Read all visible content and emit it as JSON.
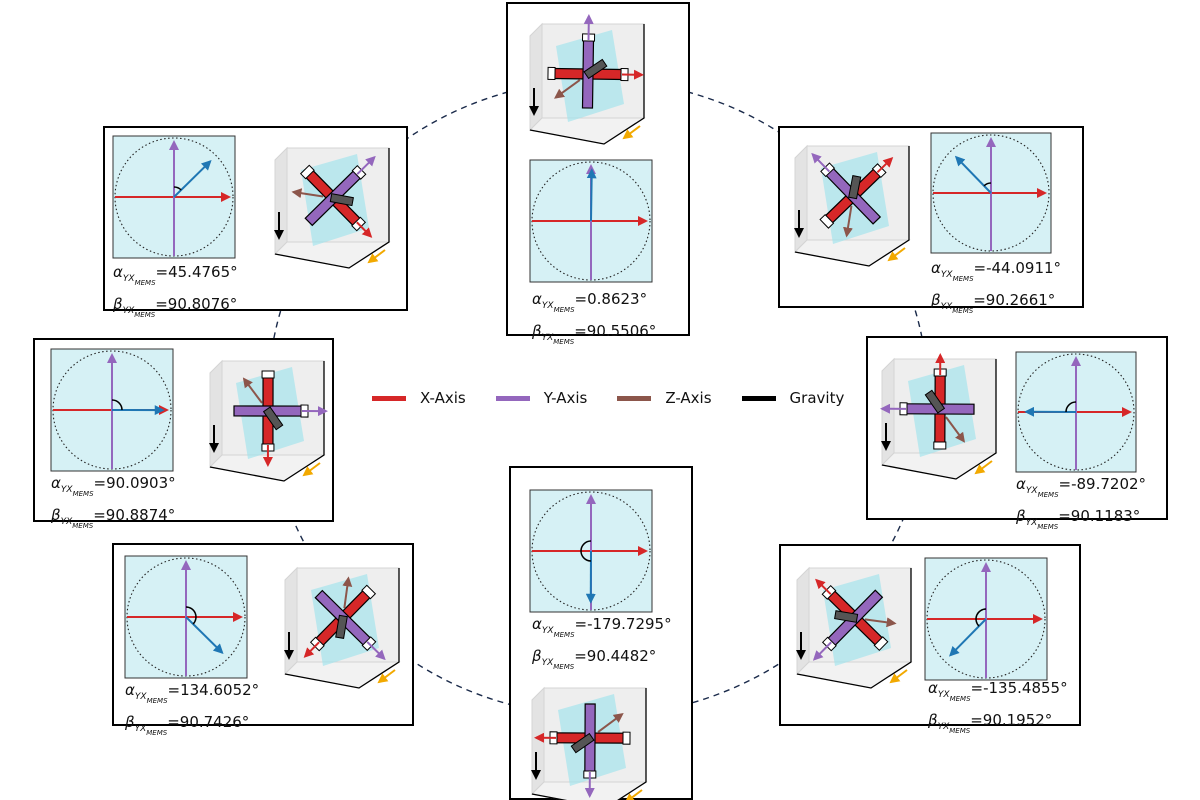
{
  "colors": {
    "x_axis": "#d62728",
    "y_axis": "#9467bd",
    "z_axis": "#8c564b",
    "gravity": "#000000",
    "measured": "#1f77b4",
    "panel_bg": "#d6f1f5",
    "orbit": "#1a2a4a",
    "arrow_small": "#f2a900"
  },
  "legend": [
    {
      "label": "X-Axis",
      "color": "#d62728"
    },
    {
      "label": "Y-Axis",
      "color": "#9467bd"
    },
    {
      "label": "Z-Axis",
      "color": "#8c564b"
    },
    {
      "label": "Gravity",
      "color": "#000000"
    }
  ],
  "readout_symbols": {
    "alpha": "α",
    "beta": "β",
    "subscript": "YX",
    "subsubscript": "MEMS"
  },
  "panels": [
    {
      "id": "top",
      "alpha": "0.8623°",
      "beta": "90.5506°"
    },
    {
      "id": "upper-left",
      "alpha": "45.4765°",
      "beta": "90.8076°"
    },
    {
      "id": "upper-right",
      "alpha": "-44.0911°",
      "beta": "90.2661°"
    },
    {
      "id": "mid-left",
      "alpha": "90.0903°",
      "beta": "90.8874°"
    },
    {
      "id": "mid-right",
      "alpha": "-89.7202°",
      "beta": "90.1183°"
    },
    {
      "id": "lower-left",
      "alpha": "134.6052°",
      "beta": "90.7426°"
    },
    {
      "id": "bottom",
      "alpha": "-179.7295°",
      "beta": "90.4482°"
    },
    {
      "id": "lower-right",
      "alpha": "-135.4855°",
      "beta": "90.1952°"
    }
  ]
}
